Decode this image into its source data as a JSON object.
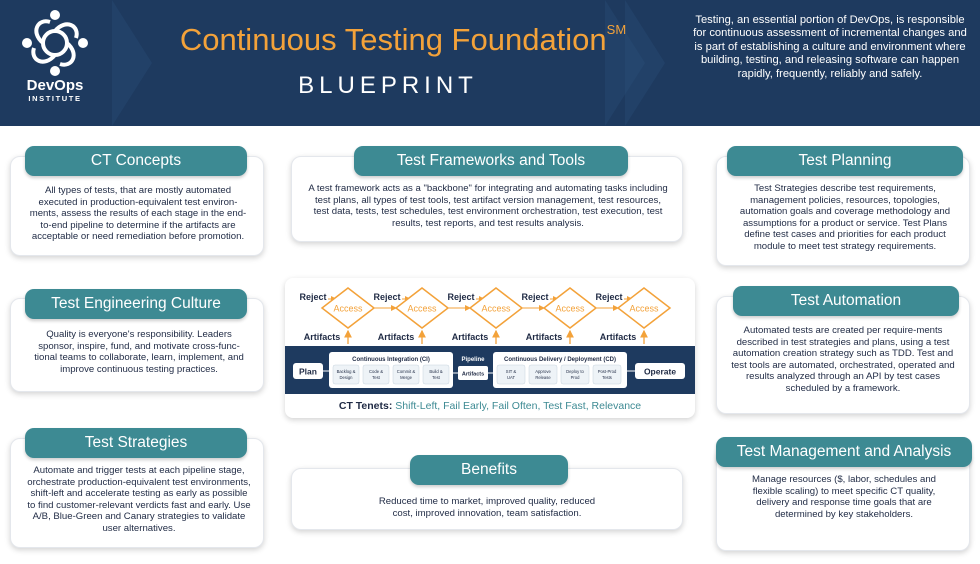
{
  "header": {
    "logo_name": "DevOps",
    "logo_sub": "INSTITUTE",
    "title": "Continuous Testing Foundation",
    "title_mark": "SM",
    "subtitle": "BLUEPRINT",
    "intro": "Testing, an essential portion of DevOps, is responsible for continuous assessment of incremental changes and is part of establishing a culture and environment where building, testing, and releasing software can happen rapidly, frequently, reliably and safely."
  },
  "sections": {
    "ct_concepts": {
      "title": "CT Concepts",
      "text": "All types of tests, that are mostly automated executed in production-equivalent test environ-ments, assess the results of each stage in the end-to-end pipeline to determine if the artifacts are acceptable or need remediation before promotion."
    },
    "test_frameworks": {
      "title": "Test Frameworks and Tools",
      "text": "A test framework acts as a \"backbone\" for integrating and automating tasks including test plans, all types of test tools, test artifact version management, test resources, test data, tests, test schedules, test environment orchestration, test execution, test results, test reports, and test results analysis."
    },
    "test_planning": {
      "title": "Test Planning",
      "text": "Test Strategies describe test requirements, management policies, resources, topologies, automation goals and coverage methodology and assumptions for a product or service. Test Plans define test cases and priorities for each product module to meet test strategy requirements."
    },
    "test_engineering": {
      "title": "Test Engineering Culture",
      "text": "Quality is everyone's responsibility. Leaders sponsor, inspire, fund, and motivate cross-func-tional teams to collaborate, learn, implement, and improve continuous testing practices."
    },
    "test_automation": {
      "title": "Test Automation",
      "text": "Automated tests are created per require-ments described in test strategies and plans, using a test automation creation strategy such as TDD. Test and test tools are automated, orchestrated, operated and results analyzed through an API by test cases scheduled by a framework."
    },
    "test_strategies": {
      "title": "Test Strategies",
      "text": "Automate and trigger tests at each pipeline stage, orchestrate production-equivalent test environments, shift-left and accelerate testing as early as possible to find customer-relevant verdicts fast and early. Use A/B, Blue-Green and Canary strategies to validate user alternatives."
    },
    "benefits": {
      "title": "Benefits",
      "text": "Reduced time to market, improved quality, reduced cost, improved innovation, team satisfaction."
    },
    "test_management": {
      "title": "Test Management and Analysis",
      "text": "Manage resources ($, labor, schedules and flexible scaling) to meet specific CT quality, delivery and response time goals that are determined by key stakeholders."
    }
  },
  "diagram": {
    "reject_label": "Reject",
    "access_label": "Access",
    "artifacts_label": "Artifacts",
    "plan": "Plan",
    "operate": "Operate",
    "ci_title": "Continuous Integration (CI)",
    "pipeline_label": "Pipeline",
    "cd_title": "Continuous Delivery / Deployment (CD)",
    "artifacts_box": "Artifacts",
    "ci_steps": [
      "Backlog & Design",
      "Code & Test",
      "Commit & Merge",
      "Build & Test"
    ],
    "cd_steps": [
      "SIT & UAT",
      "Approve Release",
      "Deploy to Prod",
      "Post-Prod Tests"
    ],
    "tenets_label": "CT Tenets:",
    "tenets_values": "Shift-Left, Fail Early, Fail Often, Test Fast, Relevance",
    "colors": {
      "navy": "#1e3a5f",
      "orange": "#f3a23a",
      "teal": "#3d8a93"
    }
  }
}
